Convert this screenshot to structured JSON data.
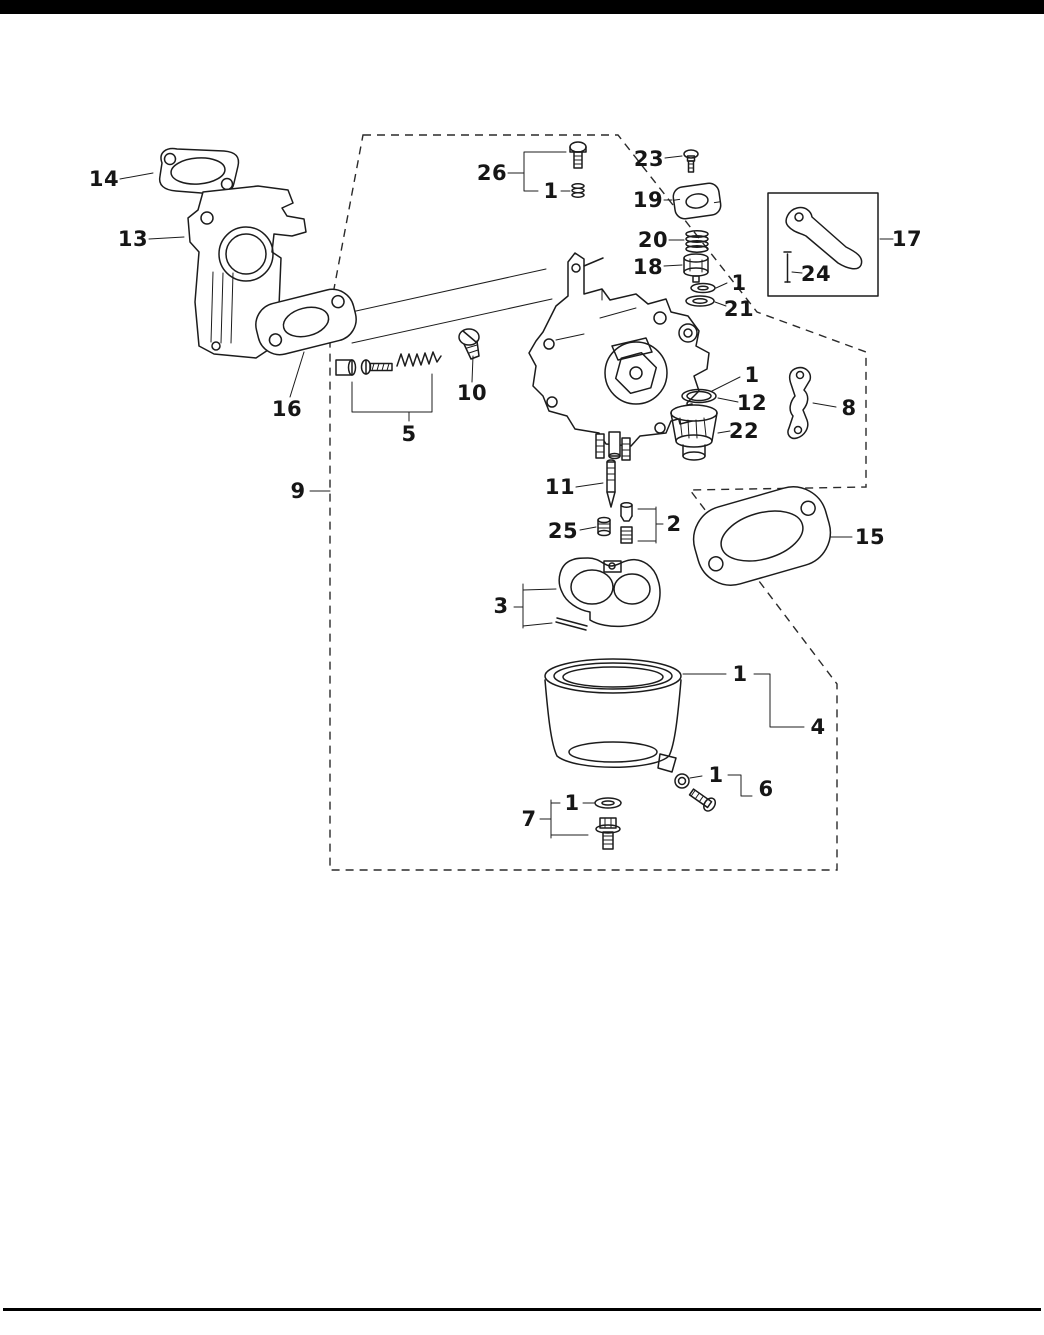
{
  "page": {
    "background_color": "#ffffff",
    "ink_color": "#1c1c1c",
    "top_bar_color": "#000000",
    "bottom_rule_color": "#000000"
  },
  "diagram": {
    "kind": "exploded-parts-diagram",
    "callouts": [
      {
        "text": "14"
      },
      {
        "text": "13"
      },
      {
        "text": "26"
      },
      {
        "text": "1"
      },
      {
        "text": "23"
      },
      {
        "text": "19"
      },
      {
        "text": "20"
      },
      {
        "text": "18"
      },
      {
        "text": "1"
      },
      {
        "text": "21"
      },
      {
        "text": "17"
      },
      {
        "text": "24"
      },
      {
        "text": "16"
      },
      {
        "text": "5"
      },
      {
        "text": "10"
      },
      {
        "text": "1"
      },
      {
        "text": "12"
      },
      {
        "text": "22"
      },
      {
        "text": "8"
      },
      {
        "text": "9"
      },
      {
        "text": "11"
      },
      {
        "text": "25"
      },
      {
        "text": "2"
      },
      {
        "text": "15"
      },
      {
        "text": "3"
      },
      {
        "text": "1"
      },
      {
        "text": "4"
      },
      {
        "text": "1"
      },
      {
        "text": "6"
      },
      {
        "text": "1"
      },
      {
        "text": "7"
      }
    ]
  }
}
